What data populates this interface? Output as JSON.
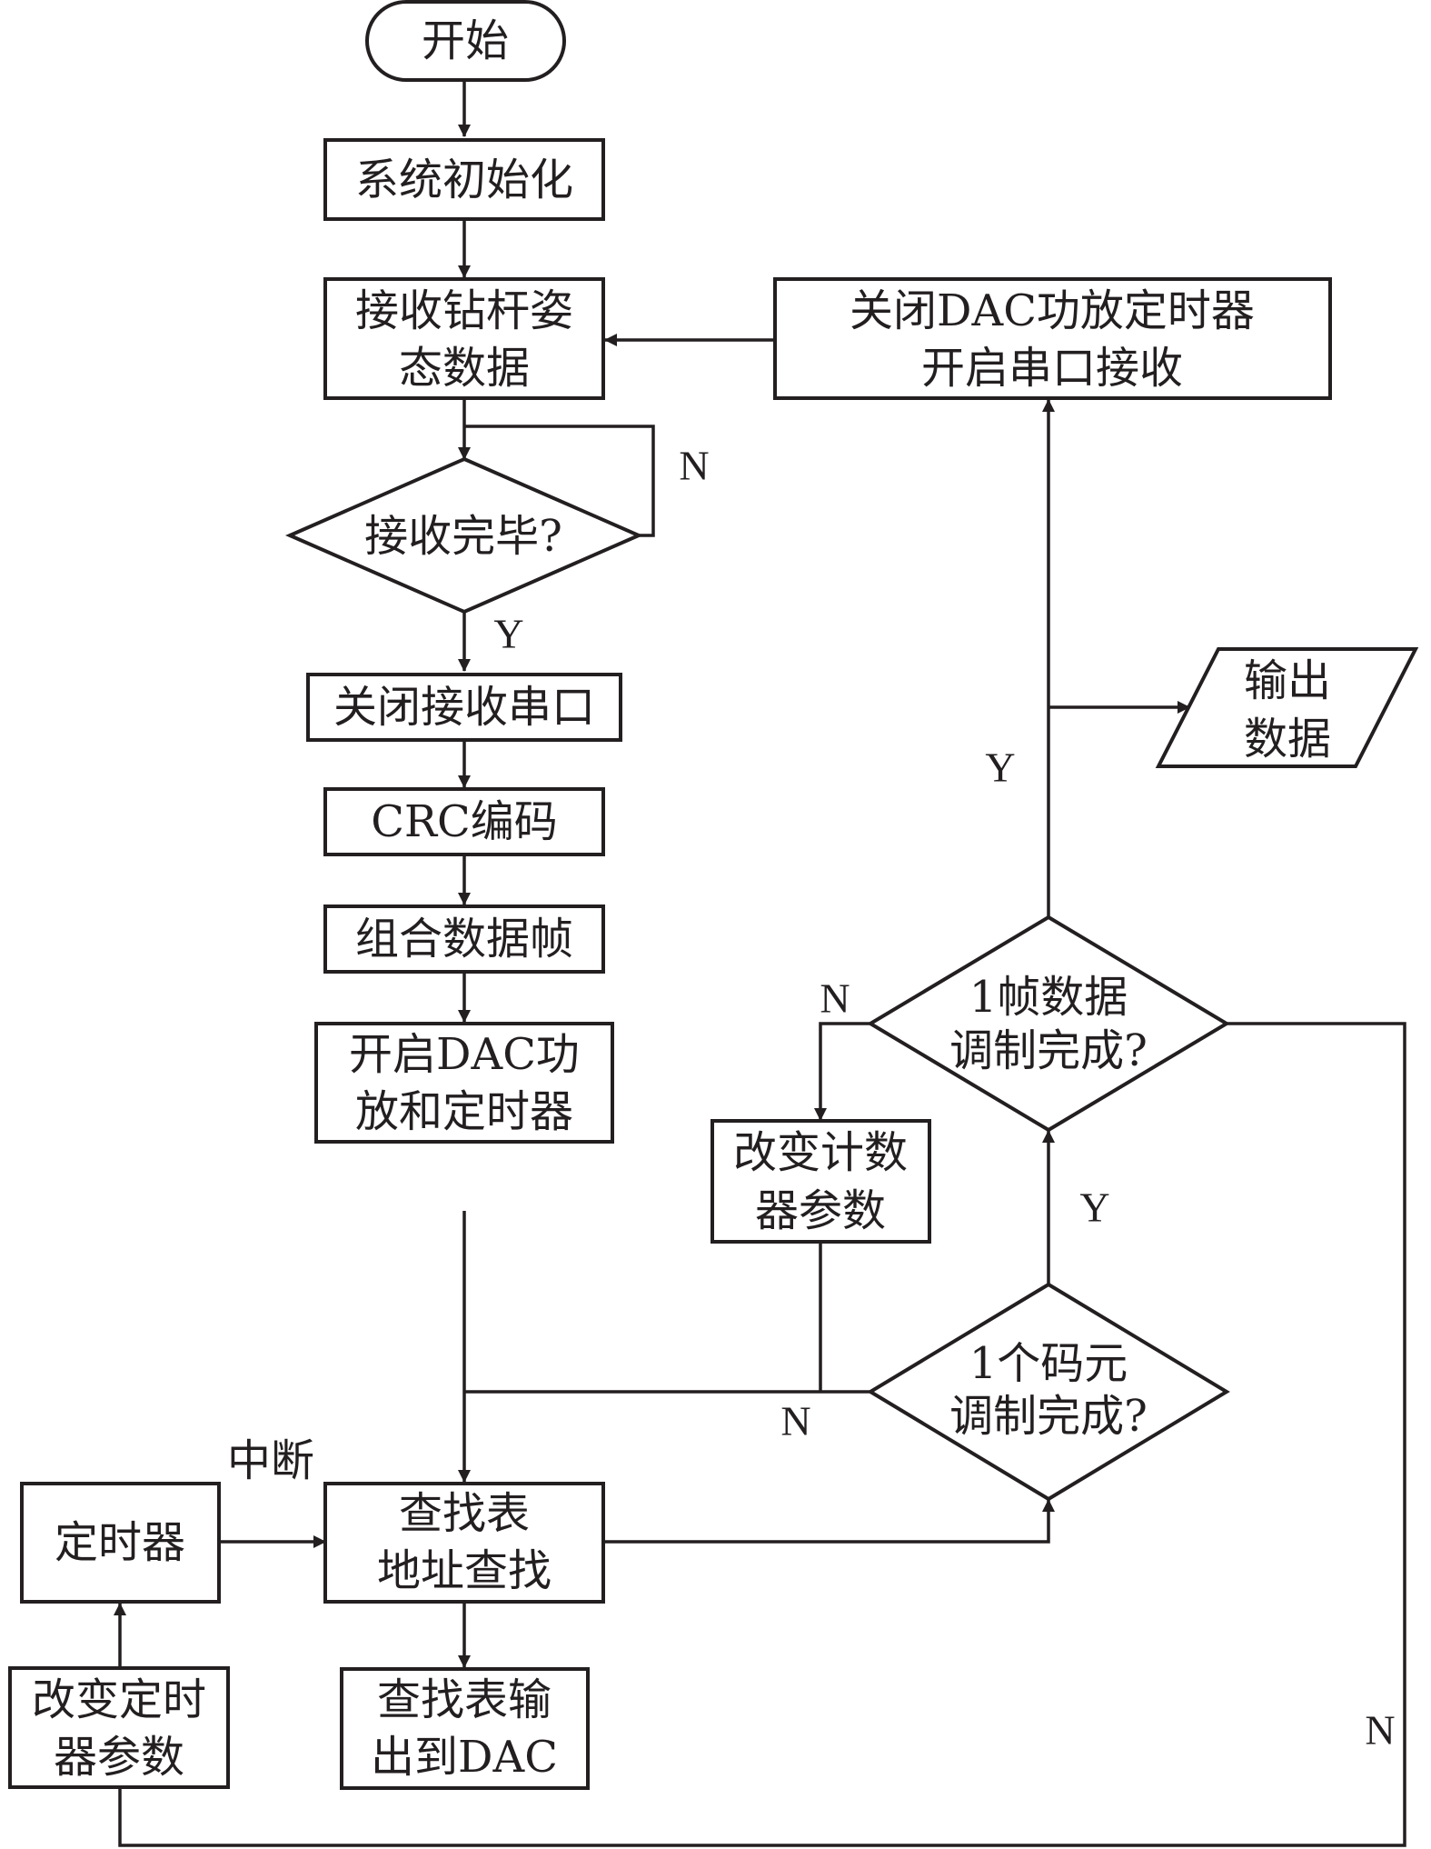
{
  "nodes": {
    "start": {
      "type": "terminal",
      "lines": [
        "开始"
      ]
    },
    "sys_init": {
      "type": "process",
      "lines": [
        "系统初始化"
      ]
    },
    "recv_data": {
      "type": "process",
      "lines": [
        "接收钻杆姿",
        "态数据"
      ]
    },
    "recv_done": {
      "type": "decision",
      "lines": [
        "接收完毕?"
      ]
    },
    "close_serial": {
      "type": "process",
      "lines": [
        "关闭接收串口"
      ]
    },
    "crc": {
      "type": "process",
      "lines": [
        "CRC编码"
      ]
    },
    "frame": {
      "type": "process",
      "lines": [
        "组合数据帧"
      ]
    },
    "open_dac": {
      "type": "process",
      "lines": [
        "开启DAC功",
        "放和定时器"
      ]
    },
    "lookup": {
      "type": "process",
      "lines": [
        "查找表",
        "地址查找"
      ]
    },
    "lut_out": {
      "type": "process",
      "lines": [
        "查找表输",
        "出到DAC"
      ]
    },
    "timer": {
      "type": "process",
      "lines": [
        "定时器"
      ]
    },
    "change_timer": {
      "type": "process",
      "lines": [
        "改变定时",
        "器参数"
      ]
    },
    "symbol_done": {
      "type": "decision",
      "lines": [
        "1个码元",
        "调制完成?"
      ]
    },
    "change_counter": {
      "type": "process",
      "lines": [
        "改变计数",
        "器参数"
      ]
    },
    "frame_done": {
      "type": "decision",
      "lines": [
        "1帧数据",
        "调制完成?"
      ]
    },
    "output_data": {
      "type": "io",
      "lines": [
        "输出",
        "数据"
      ]
    },
    "close_dac": {
      "type": "process",
      "lines": [
        "关闭DAC功放定时器",
        "开启串口接收"
      ]
    }
  },
  "edge_labels": {
    "recv_done_no": "N",
    "recv_done_yes": "Y",
    "frame_done_no": "N",
    "frame_done_yes": "Y",
    "frame_done_no_right": "N",
    "symbol_done_yes": "Y",
    "symbol_done_no": "N",
    "interrupt": "中断"
  },
  "edges": [
    {
      "from": "start",
      "to": "sys_init"
    },
    {
      "from": "sys_init",
      "to": "recv_data"
    },
    {
      "from": "recv_data",
      "to": "recv_done"
    },
    {
      "from": "recv_done",
      "to": "recv_done",
      "label": "N"
    },
    {
      "from": "recv_done",
      "to": "close_serial",
      "label": "Y"
    },
    {
      "from": "close_serial",
      "to": "crc"
    },
    {
      "from": "crc",
      "to": "frame"
    },
    {
      "from": "frame",
      "to": "open_dac"
    },
    {
      "from": "open_dac",
      "to": "lookup"
    },
    {
      "from": "timer",
      "to": "lookup",
      "label": "中断"
    },
    {
      "from": "lookup",
      "to": "lut_out"
    },
    {
      "from": "lookup",
      "to": "symbol_done"
    },
    {
      "from": "symbol_done",
      "to": "frame_done",
      "label": "Y"
    },
    {
      "from": "symbol_done",
      "to": "lookup",
      "label": "N"
    },
    {
      "from": "frame_done",
      "to": "change_counter",
      "label": "N"
    },
    {
      "from": "change_counter",
      "to": "lookup"
    },
    {
      "from": "frame_done",
      "to": "close_dac",
      "label": "Y"
    },
    {
      "from": "frame_done",
      "to": "output_data",
      "label": "Y"
    },
    {
      "from": "close_dac",
      "to": "recv_data"
    },
    {
      "from": "frame_done",
      "to": "change_timer",
      "label": "N"
    },
    {
      "from": "change_timer",
      "to": "timer"
    }
  ]
}
